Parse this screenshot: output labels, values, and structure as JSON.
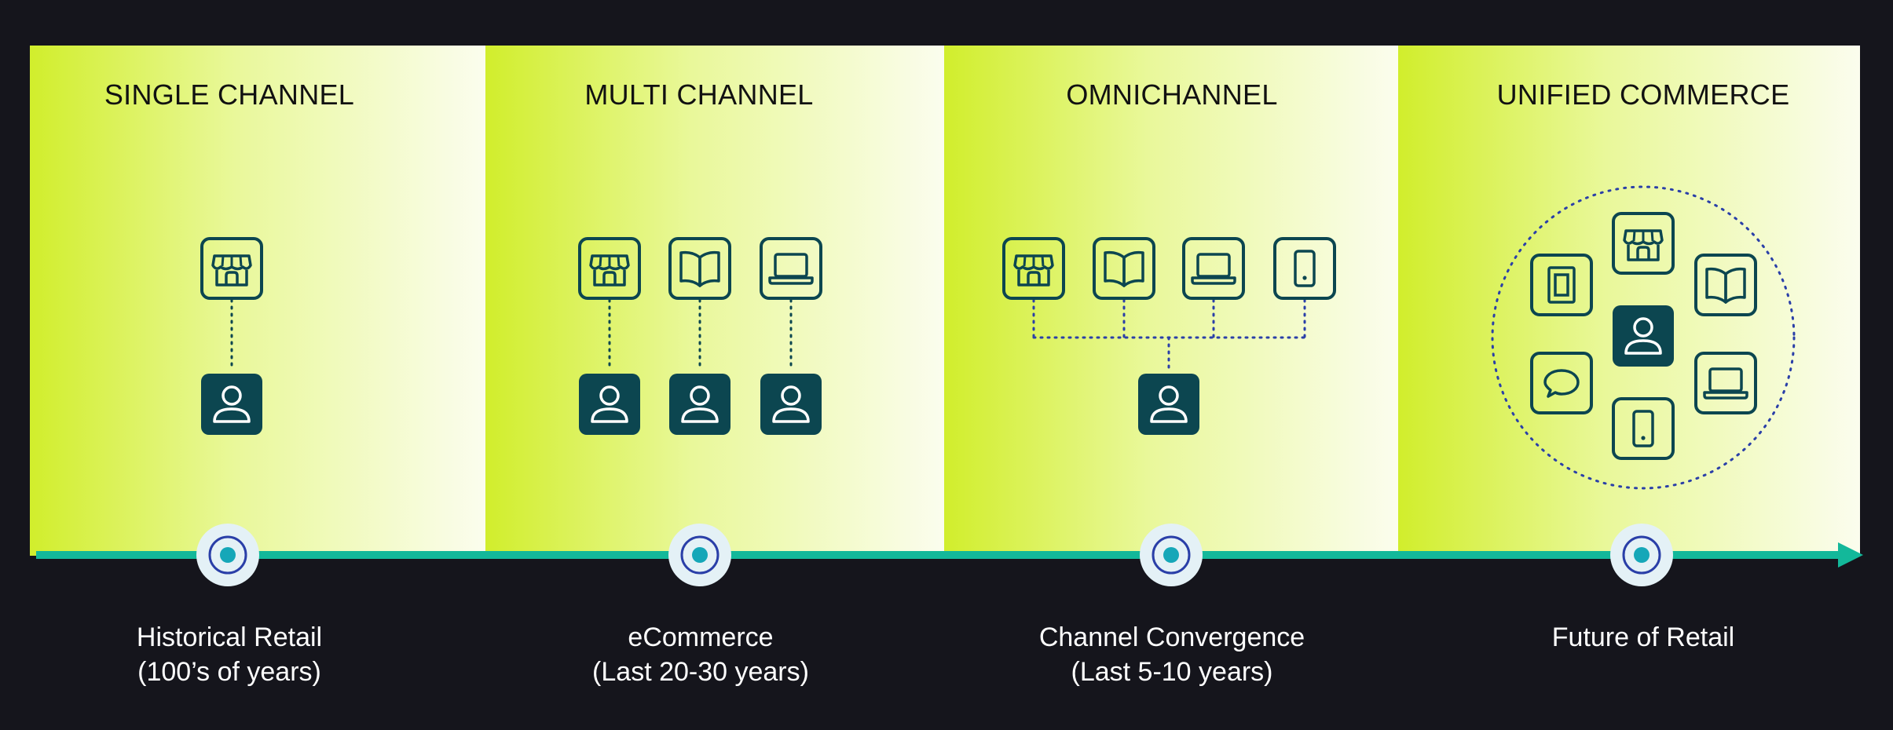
{
  "colors": {
    "background": "#15151c",
    "panel_gradient_start": "#d1ee2c",
    "panel_gradient_end": "#fbfdee",
    "icon_dark": "#0c4650",
    "timeline": "#13b89a",
    "milestone_ring": "#2a3fa8",
    "milestone_dot": "#15a7b8",
    "connector_dotted": "#2a3fa8"
  },
  "stages": [
    {
      "title": "SINGLE CHANNEL",
      "caption_line1": "Historical Retail",
      "caption_line2": "(100’s of years)",
      "channels": [
        "store-icon"
      ],
      "customers": 1
    },
    {
      "title": "MULTI CHANNEL",
      "caption_line1": "eCommerce",
      "caption_line2": "(Last 20-30 years)",
      "channels": [
        "store-icon",
        "catalog-icon",
        "laptop-icon"
      ],
      "customers": 3
    },
    {
      "title": "OMNICHANNEL",
      "caption_line1": "Channel Convergence",
      "caption_line2": "(Last 5-10 years)",
      "channels": [
        "store-icon",
        "catalog-icon",
        "laptop-icon",
        "mobile-icon"
      ],
      "customers": 1
    },
    {
      "title": "UNIFIED COMMERCE",
      "caption_line1": "Future of Retail",
      "caption_line2": "",
      "channels": [
        "store-icon",
        "catalog-icon",
        "laptop-icon",
        "mobile-icon",
        "chat-icon",
        "kiosk-icon"
      ],
      "customers": 1
    }
  ]
}
